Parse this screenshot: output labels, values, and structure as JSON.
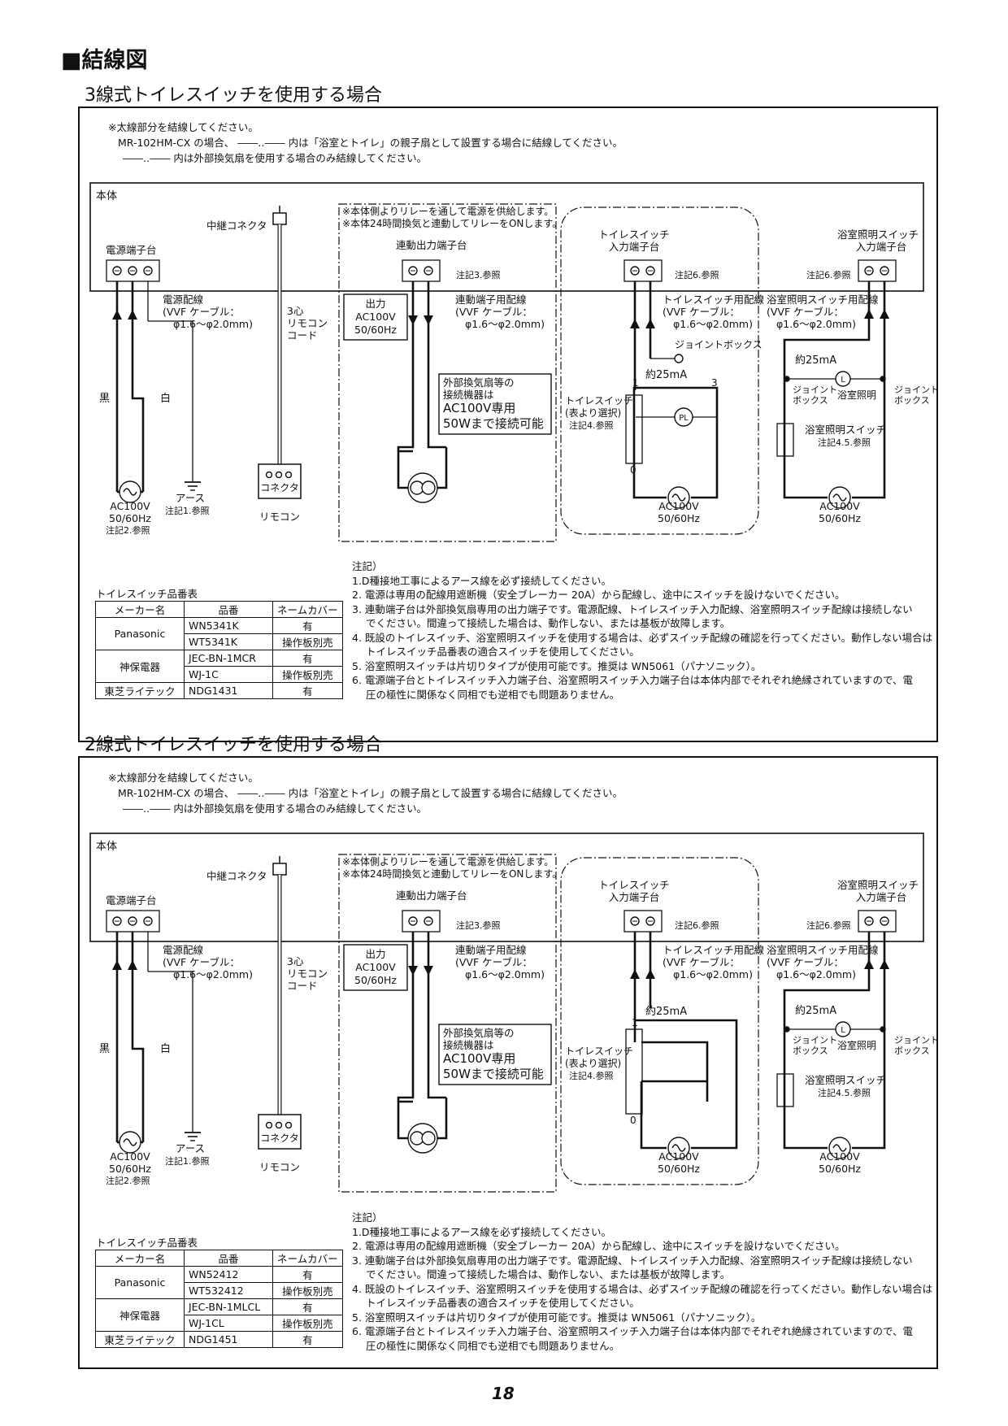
{
  "page_heading": "■結線図",
  "page_number": "18",
  "sections": [
    {
      "title": "3線式トイレスイッチを使用する場合",
      "notes_top": [
        "※太線部分を結線してください。",
        "MR-102HM-CX の場合、 ――‥―― 内は「浴室とトイレ」の親子扇として設置する場合に結線してください。",
        "――‥―― 内は外部換気扇を使用する場合のみ結線してください。"
      ],
      "diagram": {
        "main_unit": "本体",
        "relay_connector": "中継コネクタ",
        "relay_note1": "※本体側よりリレーを通して電源を供給します。",
        "relay_note2": "※本体24時間換気と連動してリレーをONします。",
        "power_terminal": "電源端子台",
        "interlock_terminal": "連動出力端子台",
        "toilet_terminal_1": "トイレスイッチ",
        "toilet_terminal_2": "入力端子台",
        "bath_terminal_1": "浴室照明スイッチ",
        "bath_terminal_2": "入力端子台",
        "ref_note3": "注記3.参照",
        "ref_note6a": "注記6.参照",
        "ref_note6b": "注記6.参照",
        "power_wiring_1": "電源配線",
        "power_wiring_2": "(VVF ケーブル：",
        "power_wiring_3": "φ1.6～φ2.0mm)",
        "remote_cord_1": "3心",
        "remote_cord_2": "リモコン",
        "remote_cord_3": "コード",
        "output_1": "出力",
        "output_2": "AC100V",
        "output_3": "50/60Hz",
        "interlock_wiring_1": "連動端子用配線",
        "interlock_wiring_2": "(VVF ケーブル：",
        "interlock_wiring_3": "φ1.6～φ2.0mm)",
        "toilet_wiring_1": "トイレスイッチ用配線",
        "toilet_wiring_2": "(VVF ケーブル：",
        "toilet_wiring_3": "φ1.6～φ2.0mm)",
        "bath_wiring_1": "浴室照明スイッチ用配線",
        "bath_wiring_2": "(VVF ケーブル：",
        "bath_wiring_3": "φ1.6～φ2.0mm)",
        "joint_box": "ジョイントボックス",
        "approx_current": "約25mA",
        "approx_current_bath": "約25mA",
        "black": "黒",
        "white": "白",
        "ext_fan_1": "外部換気扇等の",
        "ext_fan_2": "接続機器は",
        "ext_fan_3": "AC100V専用",
        "ext_fan_4": "50Wまで接続可能",
        "toilet_switch_1": "トイレスイッチ",
        "toilet_switch_2": "(表より選択)",
        "toilet_switch_3": "注記4.参照",
        "pl": "PL",
        "term1": "1",
        "term3": "3",
        "term0": "0",
        "joint_1": "ジョイント",
        "joint_2": "ボックス",
        "bath_light": "浴室照明",
        "bath_switch_1": "浴室照明スイッチ",
        "bath_switch_2": "注記4.5.参照",
        "l_mark": "L",
        "earth_1": "アース",
        "earth_2": "注記1.参照",
        "connector": "コネクタ",
        "remote": "リモコン",
        "ac_1": "AC100V",
        "ac_2": "50/60Hz",
        "ac_3": "注記2.参照"
      },
      "table": {
        "caption": "トイレスイッチ品番表",
        "headers": [
          "メーカー名",
          "品番",
          "ネームカバー"
        ],
        "rows": [
          {
            "maker": "Panasonic",
            "part": "WN5341K",
            "cover": "有"
          },
          {
            "maker": "",
            "part": "WT5341K",
            "cover": "操作板別売"
          },
          {
            "maker": "神保電器",
            "part": "JEC-BN-1MCR",
            "cover": "有"
          },
          {
            "maker": "",
            "part": "WJ-1C",
            "cover": "操作板別売"
          },
          {
            "maker": "東芝ライテック",
            "part": "NDG1431",
            "cover": "有"
          }
        ]
      },
      "notes_title": "注記）",
      "notes": [
        "1.D種接地工事によるアース線を必ず接続してください。",
        "2. 電源は専用の配線用遮断機（安全ブレーカー 20A）から配線し、途中にスイッチを設けないでください。",
        "3. 連動端子台は外部換気扇専用の出力端子です。電源配線、トイレスイッチ入力配線、浴室照明スイッチ配線は接続しない",
        "でください。間違って接続した場合は、動作しない、または基板が故障します。",
        "4. 既設のトイレスイッチ、浴室照明スイッチを使用する場合は、必ずスイッチ配線の確認を行ってください。動作しない場合は",
        "トイレスイッチ品番表の適合スイッチを使用してください。",
        "5. 浴室照明スイッチは片切りタイプが使用可能です。推奨は WN5061（パナソニック）。",
        "6. 電源端子台とトイレスイッチ入力端子台、浴室照明スイッチ入力端子台は本体内部でそれぞれ絶縁されていますので、電",
        "圧の極性に関係なく同相でも逆相でも問題ありません。"
      ]
    },
    {
      "title": "2線式トイレスイッチを使用する場合",
      "notes_top": [
        "※太線部分を結線してください。",
        "MR-102HM-CX の場合、 ――‥―― 内は「浴室とトイレ」の親子扇として設置する場合に結線してください。",
        "――‥―― 内は外部換気扇を使用する場合のみ結線してください。"
      ],
      "diagram": {
        "main_unit": "本体",
        "relay_connector": "中継コネクタ",
        "relay_note1": "※本体側よりリレーを通して電源を供給します。",
        "relay_note2": "※本体24時間換気と連動してリレーをONします。",
        "power_terminal": "電源端子台",
        "interlock_terminal": "連動出力端子台",
        "toilet_terminal_1": "トイレスイッチ",
        "toilet_terminal_2": "入力端子台",
        "bath_terminal_1": "浴室照明スイッチ",
        "bath_terminal_2": "入力端子台",
        "ref_note3": "注記3.参照",
        "ref_note6a": "注記6.参照",
        "ref_note6b": "注記6.参照",
        "power_wiring_1": "電源配線",
        "power_wiring_2": "(VVF ケーブル：",
        "power_wiring_3": "φ1.6～φ2.0mm)",
        "remote_cord_1": "3心",
        "remote_cord_2": "リモコン",
        "remote_cord_3": "コード",
        "output_1": "出力",
        "output_2": "AC100V",
        "output_3": "50/60Hz",
        "interlock_wiring_1": "連動端子用配線",
        "interlock_wiring_2": "(VVF ケーブル：",
        "interlock_wiring_3": "φ1.6～φ2.0mm)",
        "toilet_wiring_1": "トイレスイッチ用配線",
        "toilet_wiring_2": "(VVF ケーブル：",
        "toilet_wiring_3": "φ1.6～φ2.0mm)",
        "bath_wiring_1": "浴室照明スイッチ用配線",
        "bath_wiring_2": "(VVF ケーブル：",
        "bath_wiring_3": "φ1.6～φ2.0mm)",
        "joint_box": "",
        "approx_current": "約25mA",
        "approx_current_bath": "約25mA",
        "black": "黒",
        "white": "白",
        "ext_fan_1": "外部換気扇等の",
        "ext_fan_2": "接続機器は",
        "ext_fan_3": "AC100V専用",
        "ext_fan_4": "50Wまで接続可能",
        "toilet_switch_1": "トイレスイッチ",
        "toilet_switch_2": "(表より選択)",
        "toilet_switch_3": "注記4.参照",
        "pl": "",
        "term1": "1",
        "term3": "",
        "term0": "0",
        "joint_1": "ジョイント",
        "joint_2": "ボックス",
        "bath_light": "浴室照明",
        "bath_switch_1": "浴室照明スイッチ",
        "bath_switch_2": "注記4.5.参照",
        "l_mark": "L",
        "earth_1": "アース",
        "earth_2": "注記1.参照",
        "connector": "コネクタ",
        "remote": "リモコン",
        "ac_1": "AC100V",
        "ac_2": "50/60Hz",
        "ac_3": "注記2.参照"
      },
      "table": {
        "caption": "トイレスイッチ品番表",
        "headers": [
          "メーカー名",
          "品番",
          "ネームカバー"
        ],
        "rows": [
          {
            "maker": "Panasonic",
            "part": "WN52412",
            "cover": "有"
          },
          {
            "maker": "",
            "part": "WT532412",
            "cover": "操作板別売"
          },
          {
            "maker": "神保電器",
            "part": "JEC-BN-1MLCL",
            "cover": "有"
          },
          {
            "maker": "",
            "part": "WJ-1CL",
            "cover": "操作板別売"
          },
          {
            "maker": "東芝ライテック",
            "part": "NDG1451",
            "cover": "有"
          }
        ]
      },
      "notes_title": "注記）",
      "notes": [
        "1.D種接地工事によるアース線を必ず接続してください。",
        "2. 電源は専用の配線用遮断機（安全ブレーカー 20A）から配線し、途中にスイッチを設けないでください。",
        "3. 連動端子台は外部換気扇専用の出力端子です。電源配線、トイレスイッチ入力配線、浴室照明スイッチ配線は接続しない",
        "でください。間違って接続した場合は、動作しない、または基板が故障します。",
        "4. 既設のトイレスイッチ、浴室照明スイッチを使用する場合は、必ずスイッチ配線の確認を行ってください。動作しない場合は",
        "トイレスイッチ品番表の適合スイッチを使用してください。",
        "5. 浴室照明スイッチは片切りタイプが使用可能です。推奨は WN5061（パナソニック）。",
        "6. 電源端子台とトイレスイッチ入力端子台、浴室照明スイッチ入力端子台は本体内部でそれぞれ絶縁されていますので、電",
        "圧の極性に関係なく同相でも逆相でも問題ありません。"
      ]
    }
  ]
}
